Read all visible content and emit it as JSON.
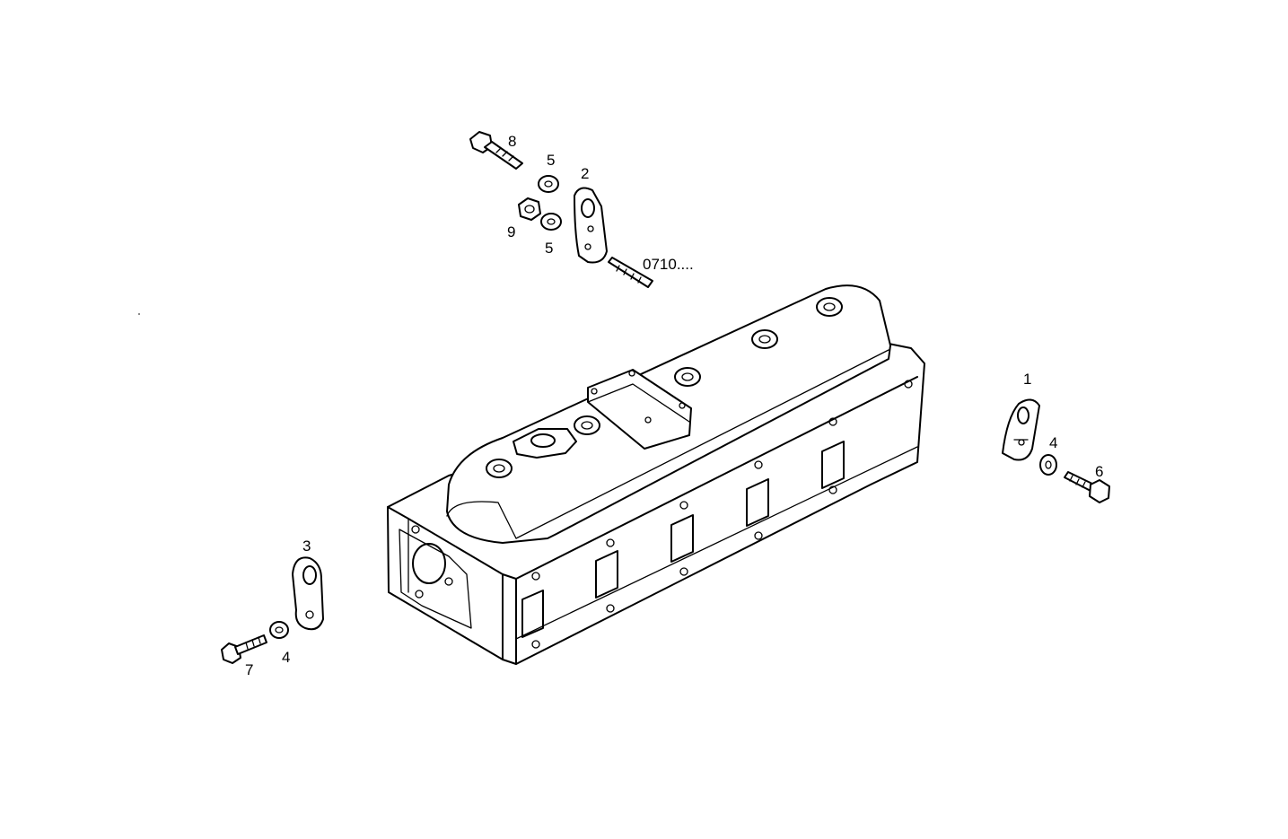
{
  "diagram": {
    "callouts": {
      "c1": "1",
      "c2": "2",
      "c3": "3",
      "c4_right": "4",
      "c4_left": "4",
      "c5_top": "5",
      "c5_bottom": "5",
      "c6": "6",
      "c7": "7",
      "c8": "8",
      "c9": "9",
      "c_stud": "0710...."
    }
  }
}
